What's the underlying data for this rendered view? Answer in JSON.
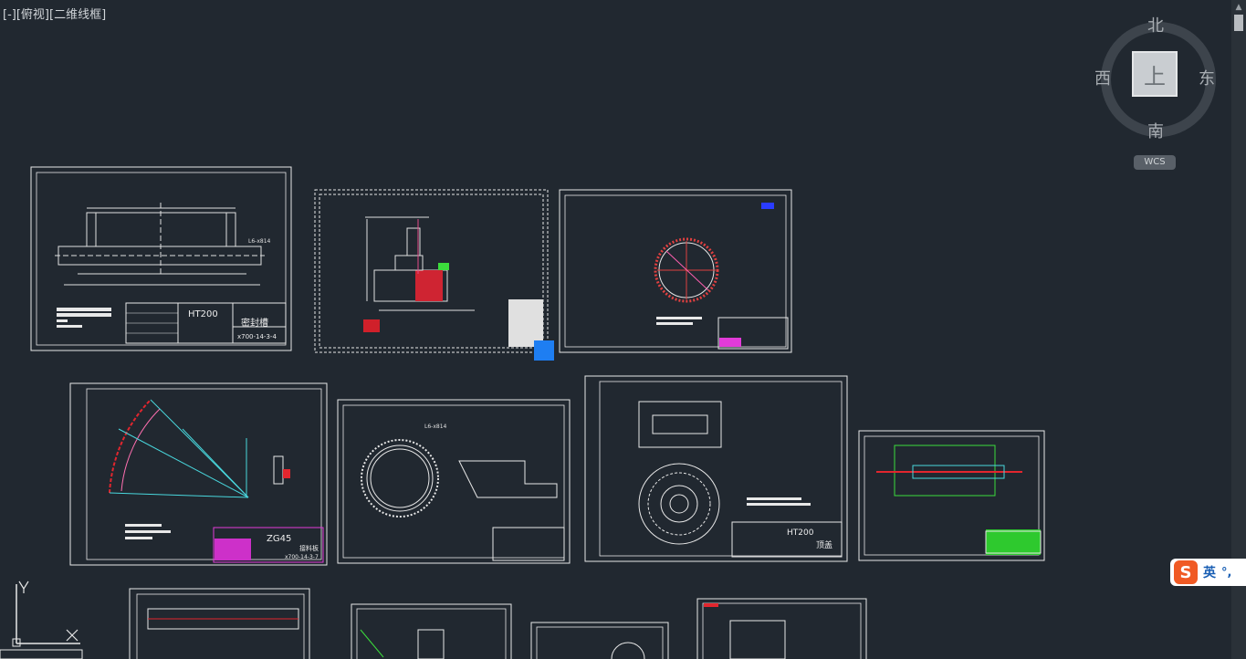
{
  "viewport": {
    "control": "[-]",
    "view": "[俯视]",
    "visual_style": "[二维线框]"
  },
  "viewcube": {
    "north": "北",
    "south": "南",
    "east": "东",
    "west": "西",
    "face": "上",
    "wcs": "WCS"
  },
  "sheets": [
    {
      "material": "HT200",
      "name": "密封槽",
      "code": "x700-14-3-4",
      "label_a": "L6-x814"
    },
    {
      "material": "ZG45",
      "name": "接料板",
      "code": "x700-14-3-7"
    },
    {
      "material": "HT200",
      "name": "顶盖",
      "code": ""
    },
    {
      "label_a": "L6-x814"
    }
  ],
  "ime": {
    "logo": "S",
    "lang": "英",
    "punct": "°,"
  }
}
